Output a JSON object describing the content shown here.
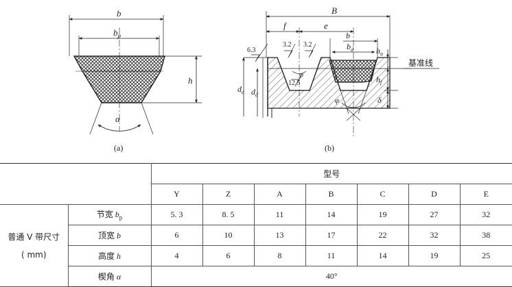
{
  "figure": {
    "caption_a": "(a)",
    "caption_b": "(b)",
    "labels_a": {
      "b": "b",
      "bp_main": "b",
      "bp_sub": "p",
      "h": "h",
      "alpha": "α"
    },
    "labels_b": {
      "B": "B",
      "f": "f",
      "e": "e",
      "b": "b",
      "bd_main": "b",
      "bd_sub": "d",
      "ha_main": "h",
      "ha_sub": "a",
      "hf_main": "h",
      "hf_sub": "f",
      "delta": "δ",
      "da_main": "d",
      "da_sub": "a",
      "dd_main": "d",
      "dd_sub": "d",
      "phi1": "φ",
      "phi2": "φ",
      "r63": "6.3",
      "r32a": "3.2",
      "r32b": "3.2",
      "r125": "12.5",
      "datum_line": "基准线"
    }
  },
  "table": {
    "model_header": "型号",
    "models": [
      "Y",
      "Z",
      "A",
      "B",
      "C",
      "D",
      "E"
    ],
    "group_label_line1": "普通 V 带尺寸",
    "group_label_line2": "( mm)",
    "rows": [
      {
        "label": "节宽",
        "sym": "b",
        "sub": "p",
        "values": [
          "5. 3",
          "8. 5",
          "11",
          "14",
          "19",
          "27",
          "32"
        ]
      },
      {
        "label": "顶宽",
        "sym": "b",
        "sub": "",
        "values": [
          "6",
          "10",
          "13",
          "17",
          "22",
          "32",
          "38"
        ]
      },
      {
        "label": "高度",
        "sym": "h",
        "sub": "",
        "values": [
          "4",
          "6",
          "8",
          "11",
          "14",
          "19",
          "25"
        ]
      }
    ],
    "wedge_label": "楔角",
    "wedge_sym": "α",
    "wedge_value": "40°"
  }
}
